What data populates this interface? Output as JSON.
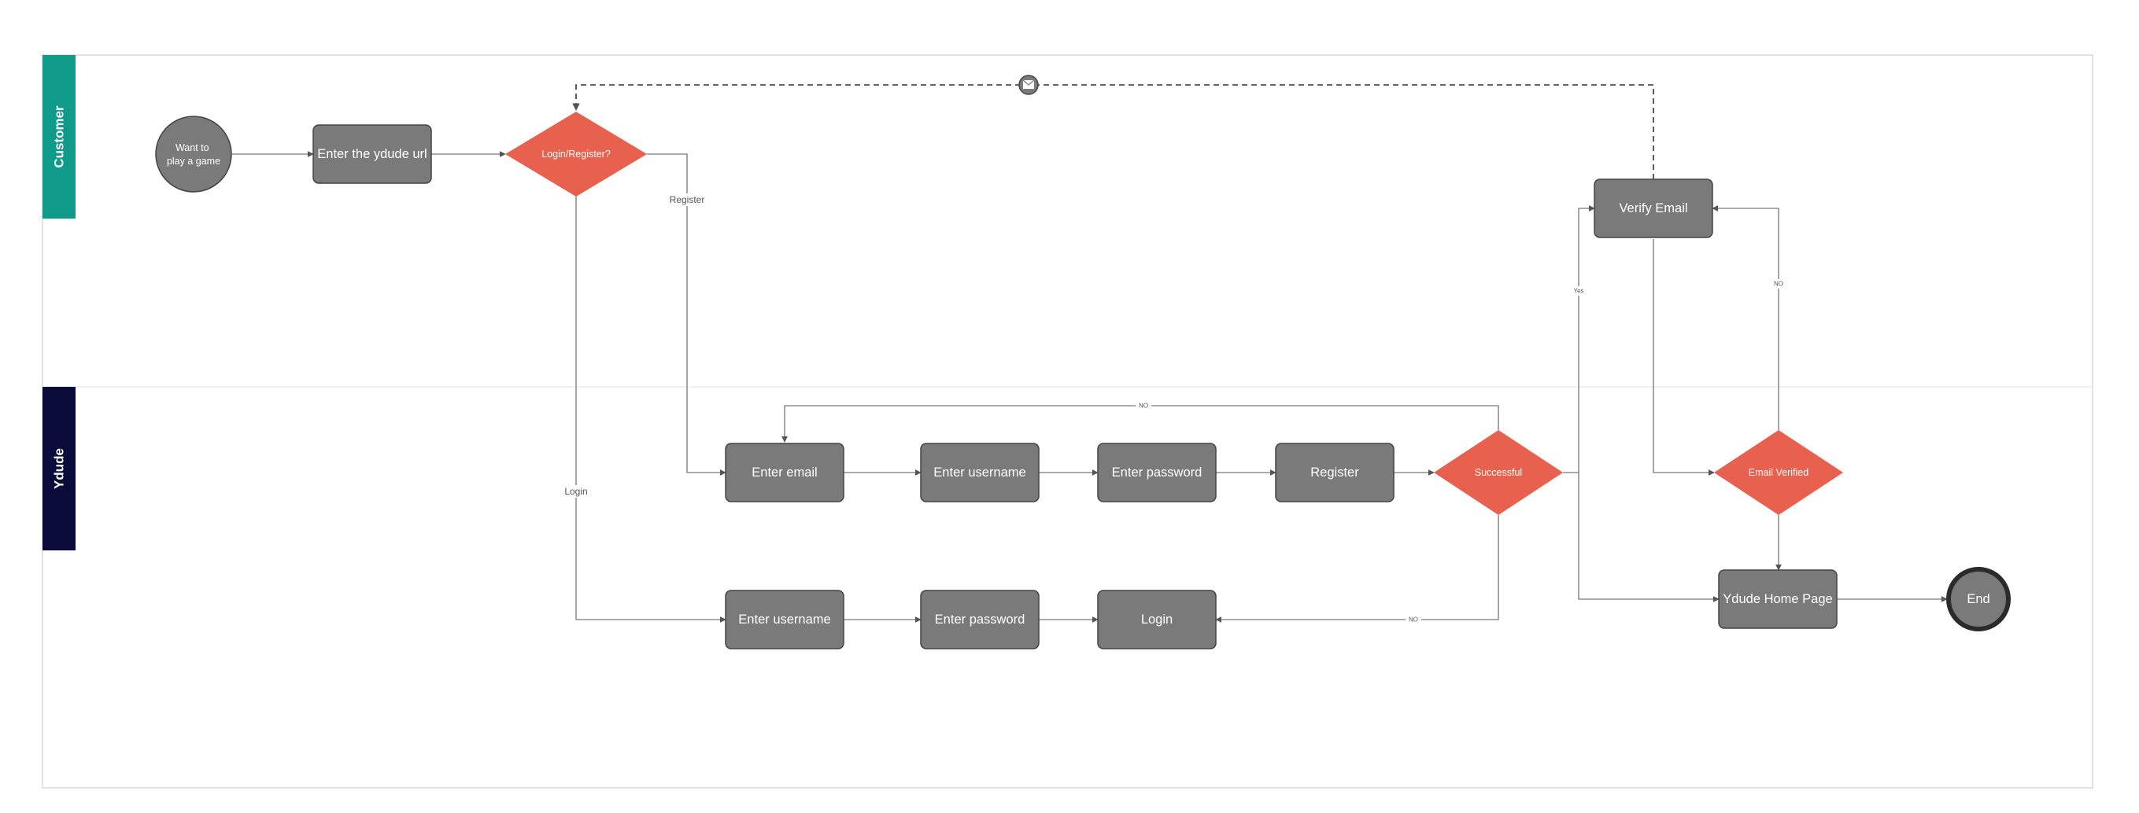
{
  "lanes": {
    "customer": "Customer",
    "ydude": "Ydude"
  },
  "nodes": {
    "start": "Want to play a game",
    "start_line1": "Want to",
    "start_line2": "play a game",
    "enter_url": "Enter the ydude url",
    "login_register": "Login/Register?",
    "verify_email": "Verify Email",
    "enter_email": "Enter email",
    "enter_username_reg": "Enter username",
    "enter_password_reg": "Enter password",
    "register": "Register",
    "successful": "Successful",
    "email_verified": "Email Verified",
    "enter_username_login": "Enter username",
    "enter_password_login": "Enter password",
    "login": "Login",
    "home_page": "Ydude Home Page",
    "end": "End"
  },
  "edge_labels": {
    "register": "Register",
    "login": "Login",
    "no_successful_top": "NO",
    "no_successful_bottom": "NO",
    "yes": "Yes",
    "no_email": "NO"
  },
  "colors": {
    "customer_lane": "#109a8a",
    "ydude_lane": "#0b0b3b",
    "process_box": "#7a7a7a",
    "decision": "#e8604e",
    "edge": "#777777",
    "end_border": "#2b2b2b"
  }
}
